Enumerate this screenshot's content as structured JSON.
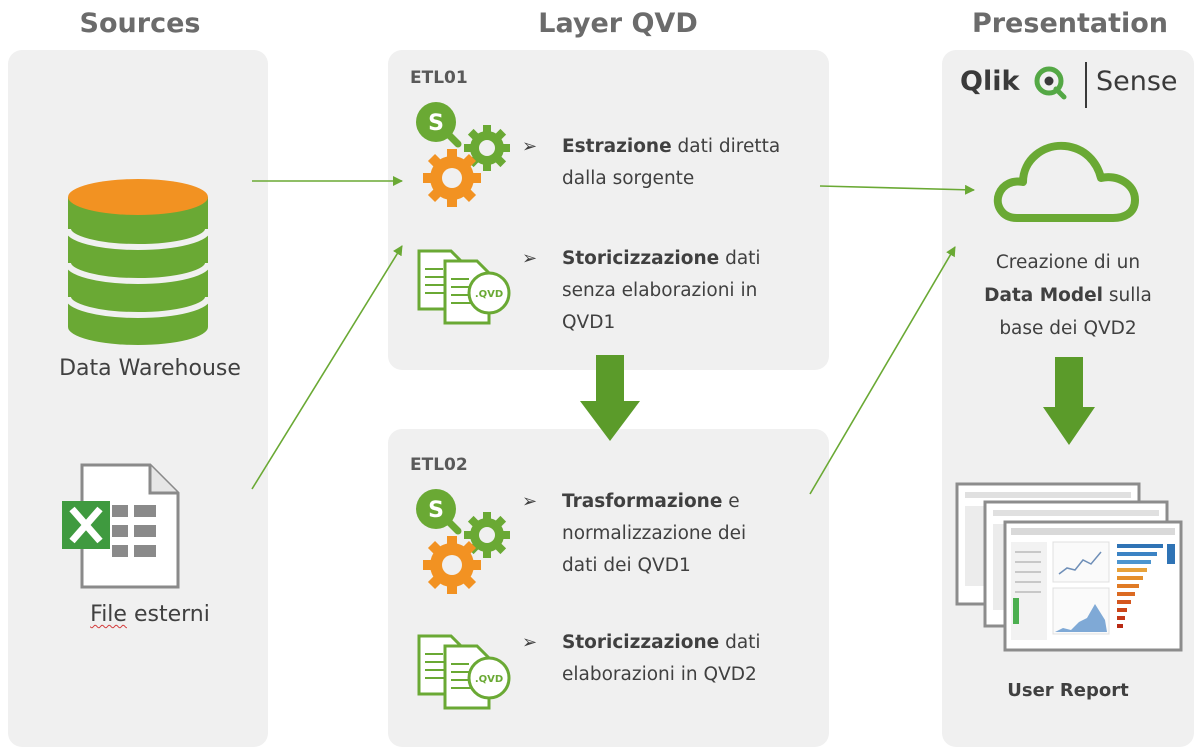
{
  "columns": {
    "sources": "Sources",
    "layer": "Layer QVD",
    "presentation": "Presentation"
  },
  "sources": {
    "dw_label": "Data Warehouse",
    "file_label_word1": "File",
    "file_label_word2": " esterni"
  },
  "etl01": {
    "title": "ETL01",
    "item1_bold": "Estrazione",
    "item1_rest": " dati diretta",
    "item1_line2": "dalla sorgente",
    "item2_bold": "Storicizzazione",
    "item2_rest": " dati",
    "item2_line2": "senza elaborazioni in",
    "item2_line3": "QVD1",
    "qvd_badge": ".QVD",
    "s_badge": "S"
  },
  "etl02": {
    "title": "ETL02",
    "item1_bold": "Trasformazione",
    "item1_rest": " e",
    "item1_line2": "normalizzazione dei",
    "item1_line3": "dati dei QVD1",
    "item2_bold": "Storicizzazione",
    "item2_rest": " dati",
    "item2_line2": "elaborazioni in QVD2",
    "qvd_badge": ".QVD",
    "s_badge": "S"
  },
  "presentation": {
    "logo_qlik": "Qlik",
    "logo_sense": "Sense",
    "desc_line1": "Creazione di un",
    "desc_bold": "Data Model",
    "desc_rest": " sulla",
    "desc_line3": "base dei QVD2",
    "report_label": "User Report"
  },
  "bullet_glyph": "➢",
  "colors": {
    "green": "#6aa934",
    "dark_green": "#5b9b2a",
    "orange": "#f29222",
    "panel": "#f0f0f0",
    "excel_green": "#3f9a3f"
  }
}
